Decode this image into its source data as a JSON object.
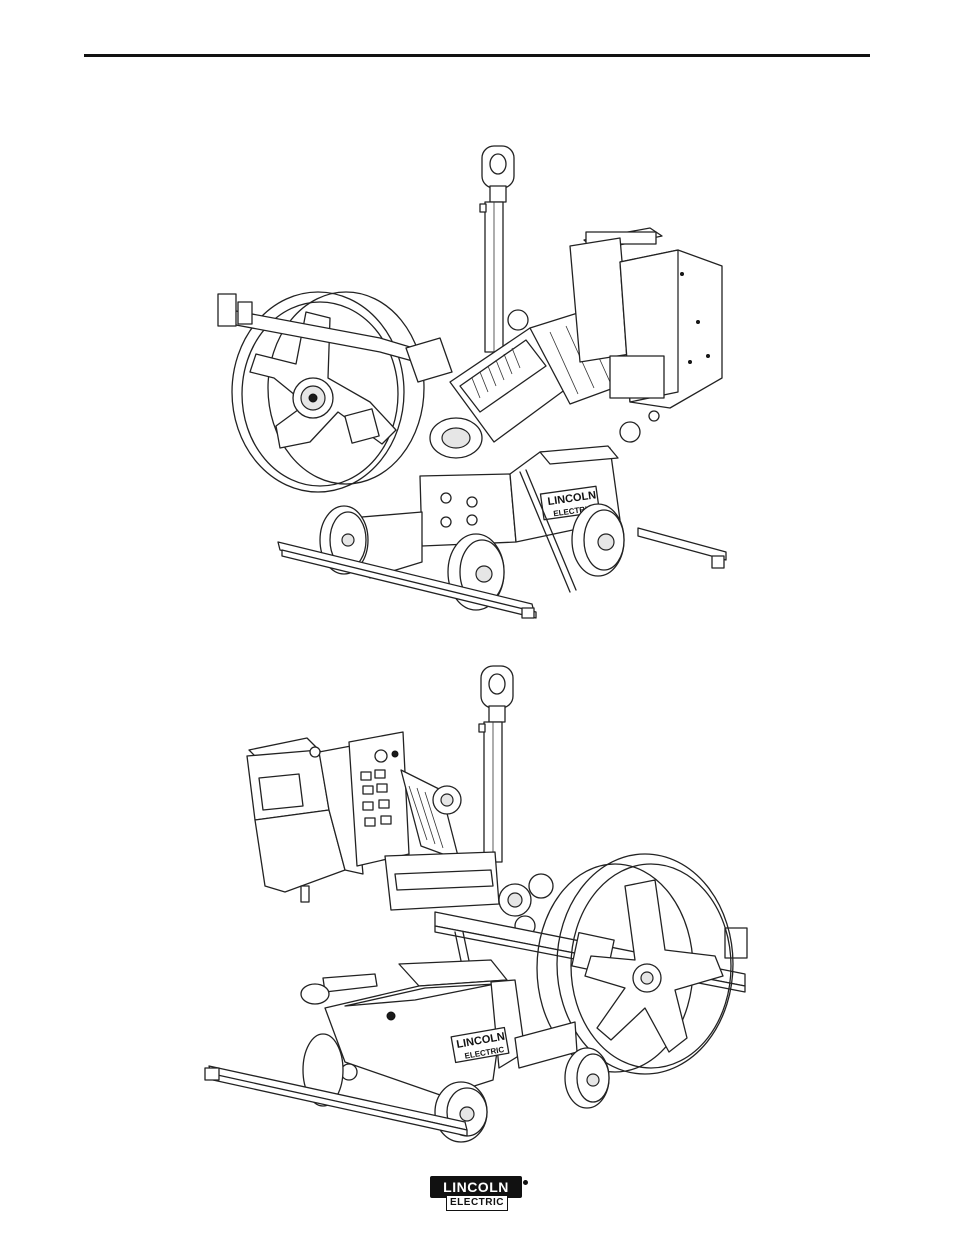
{
  "figures": [
    {
      "name": "tractor-front-view",
      "plate": [
        "LINCOLN",
        "ELECTRIC"
      ]
    },
    {
      "name": "tractor-rear-view",
      "plate": [
        "LINCOLN",
        "ELECTRIC"
      ]
    }
  ],
  "footer_logo": {
    "top": "LINCOLN",
    "bottom": "ELECTRIC"
  }
}
